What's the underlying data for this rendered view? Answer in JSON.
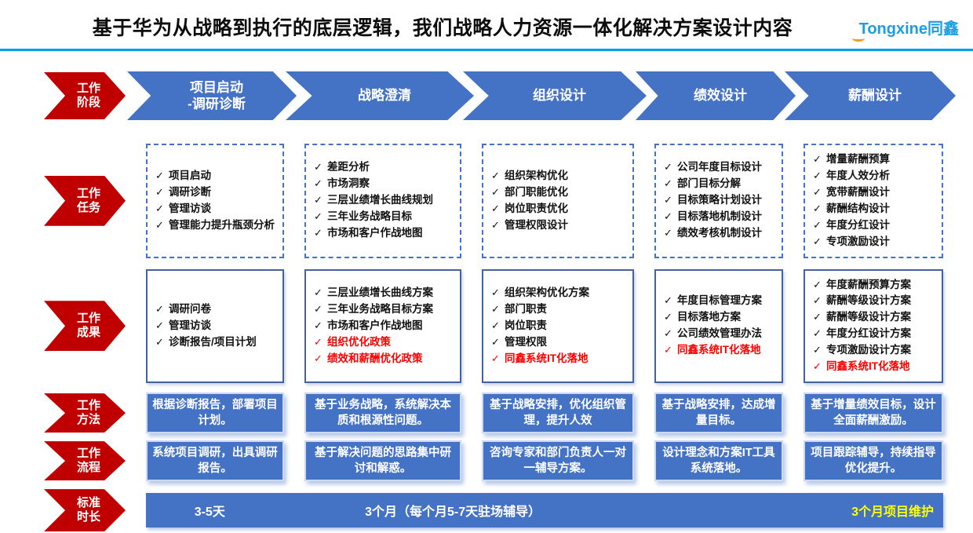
{
  "colors": {
    "accent_red": "#c00000",
    "accent_blue": "#4472c4",
    "highlight_red": "#ff0000",
    "highlight_yellow": "#ffff00",
    "header_line": "#00a0e9",
    "logo_blue": "#1b9de2"
  },
  "header": {
    "title": "基于华为从战略到执行的底层逻辑，我们战略人力资源一体化解决方案设计内容",
    "logo_text": "Tongxine同鑫"
  },
  "row_labels": [
    {
      "line1": "工作",
      "line2": "阶段"
    },
    {
      "line1": "工作",
      "line2": "任务"
    },
    {
      "line1": "工作",
      "line2": "成果"
    },
    {
      "line1": "工作",
      "line2": "方法"
    },
    {
      "line1": "工作",
      "line2": "流程"
    },
    {
      "line1": "标准",
      "line2": "时长"
    }
  ],
  "columns": [
    {
      "phase_line1": "项目启动",
      "phase_line2": "-调研诊断",
      "tasks": [
        "项目启动",
        "调研诊断",
        "管理访谈",
        "管理能力提升瓶颈分析"
      ],
      "results": [
        "调研问卷",
        "管理访谈",
        "诊断报告/项目计划"
      ],
      "results_red": [],
      "method": "根据诊断报告，部署项目计划。",
      "flow": "系统项目调研，出具调研报告。"
    },
    {
      "phase_line1": "战略澄清",
      "phase_line2": "",
      "tasks": [
        "差距分析",
        "市场洞察",
        "三层业绩增长曲线规划",
        "三年业务战略目标",
        "市场和客户作战地图"
      ],
      "results": [
        "三层业绩增长曲线方案",
        "三年业务战略目标方案",
        "市场和客户作战地图"
      ],
      "results_red": [
        "组织优化政策",
        "绩效和薪酬优化政策"
      ],
      "method": "基于业务战略，系统解决本质和根源性问题。",
      "flow": "基于解决问题的思路集中研讨和解惑。"
    },
    {
      "phase_line1": "组织设计",
      "phase_line2": "",
      "tasks": [
        "组织架构优化",
        "部门职能优化",
        "岗位职责优化",
        "管理权限设计"
      ],
      "results": [
        "组织架构优化方案",
        "部门职责",
        "岗位职责",
        "管理权限"
      ],
      "results_red": [
        "同鑫系统IT化落地"
      ],
      "method": "基于战略安排，优化组织管理，提升人效",
      "flow": "咨询专家和部门负责人一对一辅导方案。"
    },
    {
      "phase_line1": "绩效设计",
      "phase_line2": "",
      "tasks": [
        "公司年度目标设计",
        "部门目标分解",
        "目标策略计划设计",
        "目标落地机制设计",
        "绩效考核机制设计"
      ],
      "results": [
        "年度目标管理方案",
        "目标落地方案",
        "公司绩效管理办法"
      ],
      "results_red": [
        "同鑫系统IT化落地"
      ],
      "method": "基于战略安排，达成增量目标。",
      "flow": "设计理念和方案IT工具系统落地。"
    },
    {
      "phase_line1": "薪酬设计",
      "phase_line2": "",
      "tasks": [
        "增量薪酬预算",
        "年度人效分析",
        "宽带薪酬设计",
        "薪酬结构设计",
        "年度分红设计",
        "专项激励设计"
      ],
      "results": [
        "年度薪酬预算方案",
        "薪酬等级设计方案",
        "薪酬等级设计方案",
        "年度分红设计方案",
        "专项激励设计方案"
      ],
      "results_red": [
        "同鑫系统IT化落地"
      ],
      "method": "基于增量绩效目标，设计全面薪酬激励。",
      "flow": "项目跟踪辅导，持续指导优化提升。"
    }
  ],
  "duration": {
    "phase1": "3-5天",
    "phase2": "3个月（每个月5-7天驻场辅导）",
    "phase3": "3个月项目维护"
  }
}
